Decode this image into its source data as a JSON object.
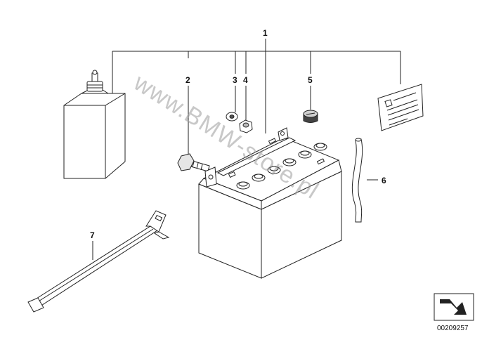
{
  "callouts": {
    "c1": "1",
    "c2": "2",
    "c3": "3",
    "c4": "4",
    "c5": "5",
    "c6": "6",
    "c7": "7"
  },
  "watermark": "www.BMW-store.pl",
  "diagram_number": "00209257",
  "icons": [
    "bottle-icon",
    "battery-icon",
    "label-plate-icon",
    "vent-hose-icon",
    "hold-down-strap-icon",
    "bolt-icon",
    "washer-icon",
    "nut-icon",
    "cell-plug-icon",
    "sheet-arrow-icon"
  ],
  "colors": {
    "line": "#222222",
    "fill": "#ffffff",
    "shade": "#d9d9d9",
    "watermark": "#9a9a9a"
  }
}
